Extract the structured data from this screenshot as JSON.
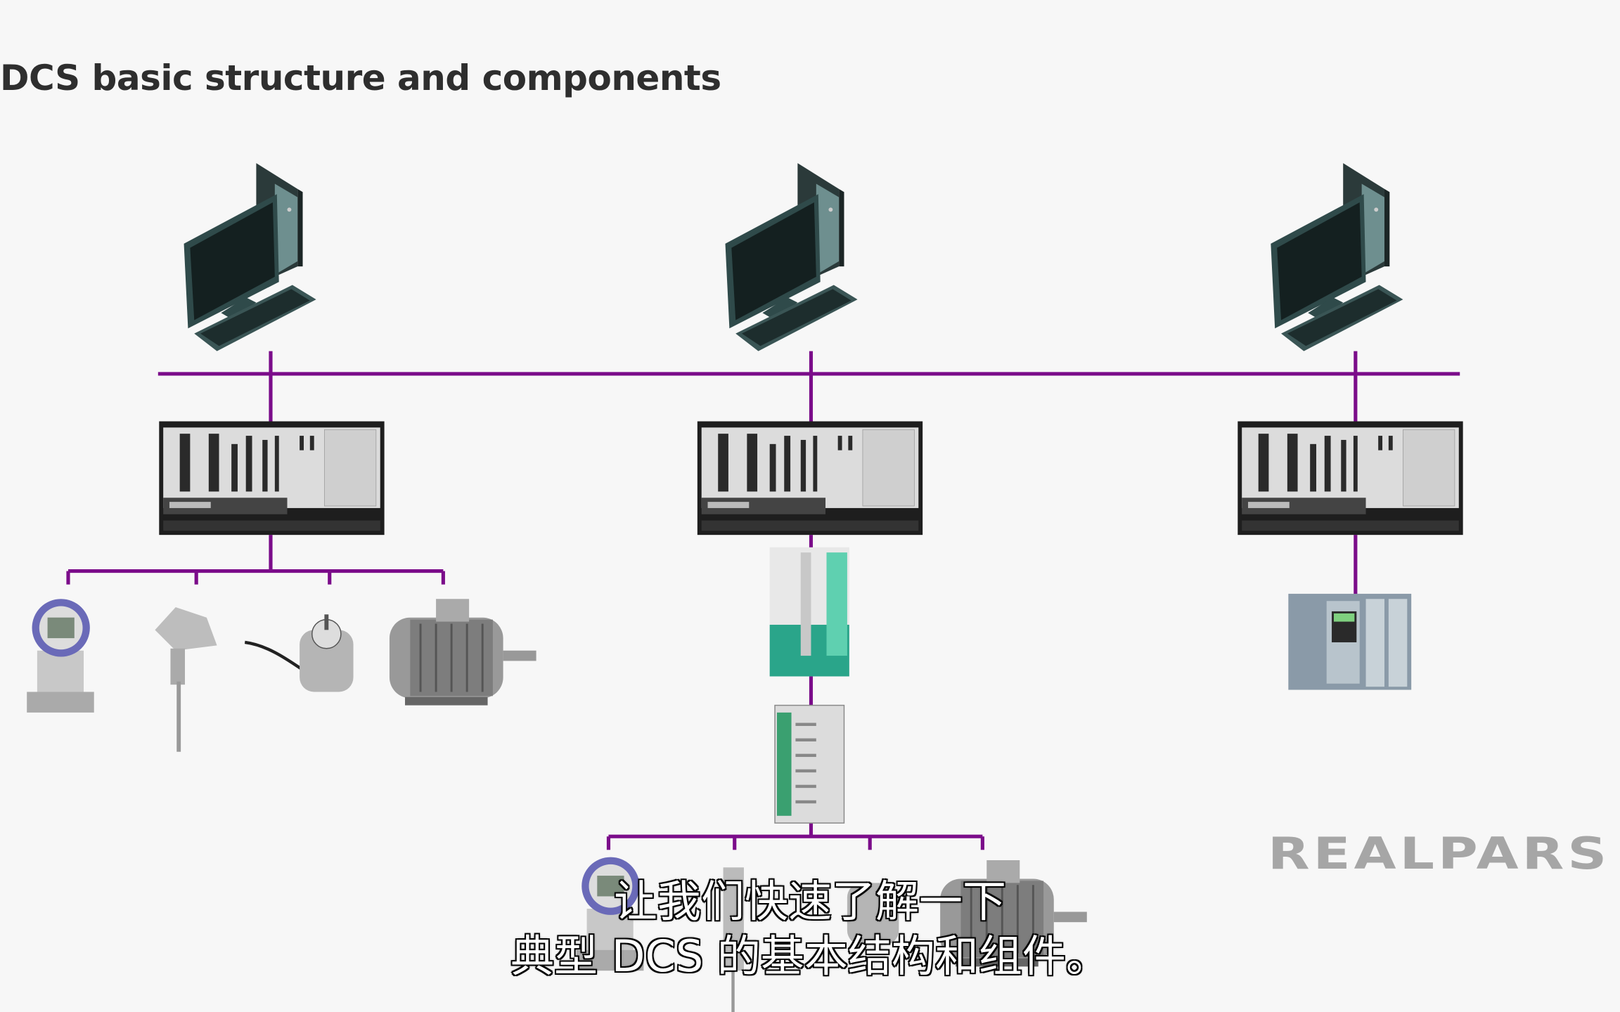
{
  "slide": {
    "title": "DCS basic structure and components",
    "logo_text": "REALPARS",
    "subtitle_lines": [
      "让我们快速了解一下",
      "典型 DCS 的基本结构和组件。"
    ]
  },
  "colors": {
    "network_line": "#7b0c8a",
    "background": "#f7f7f7",
    "logo": "#a6a6a6"
  },
  "diagram": {
    "nodes": [
      "operator-workstation",
      "operator-workstation",
      "operator-workstation",
      "controller-rack",
      "controller-rack",
      "controller-rack",
      "io-module",
      "io-terminal-module",
      "plc",
      "pressure-transmitter",
      "temperature-sensor",
      "encoder",
      "electric-motor"
    ]
  }
}
